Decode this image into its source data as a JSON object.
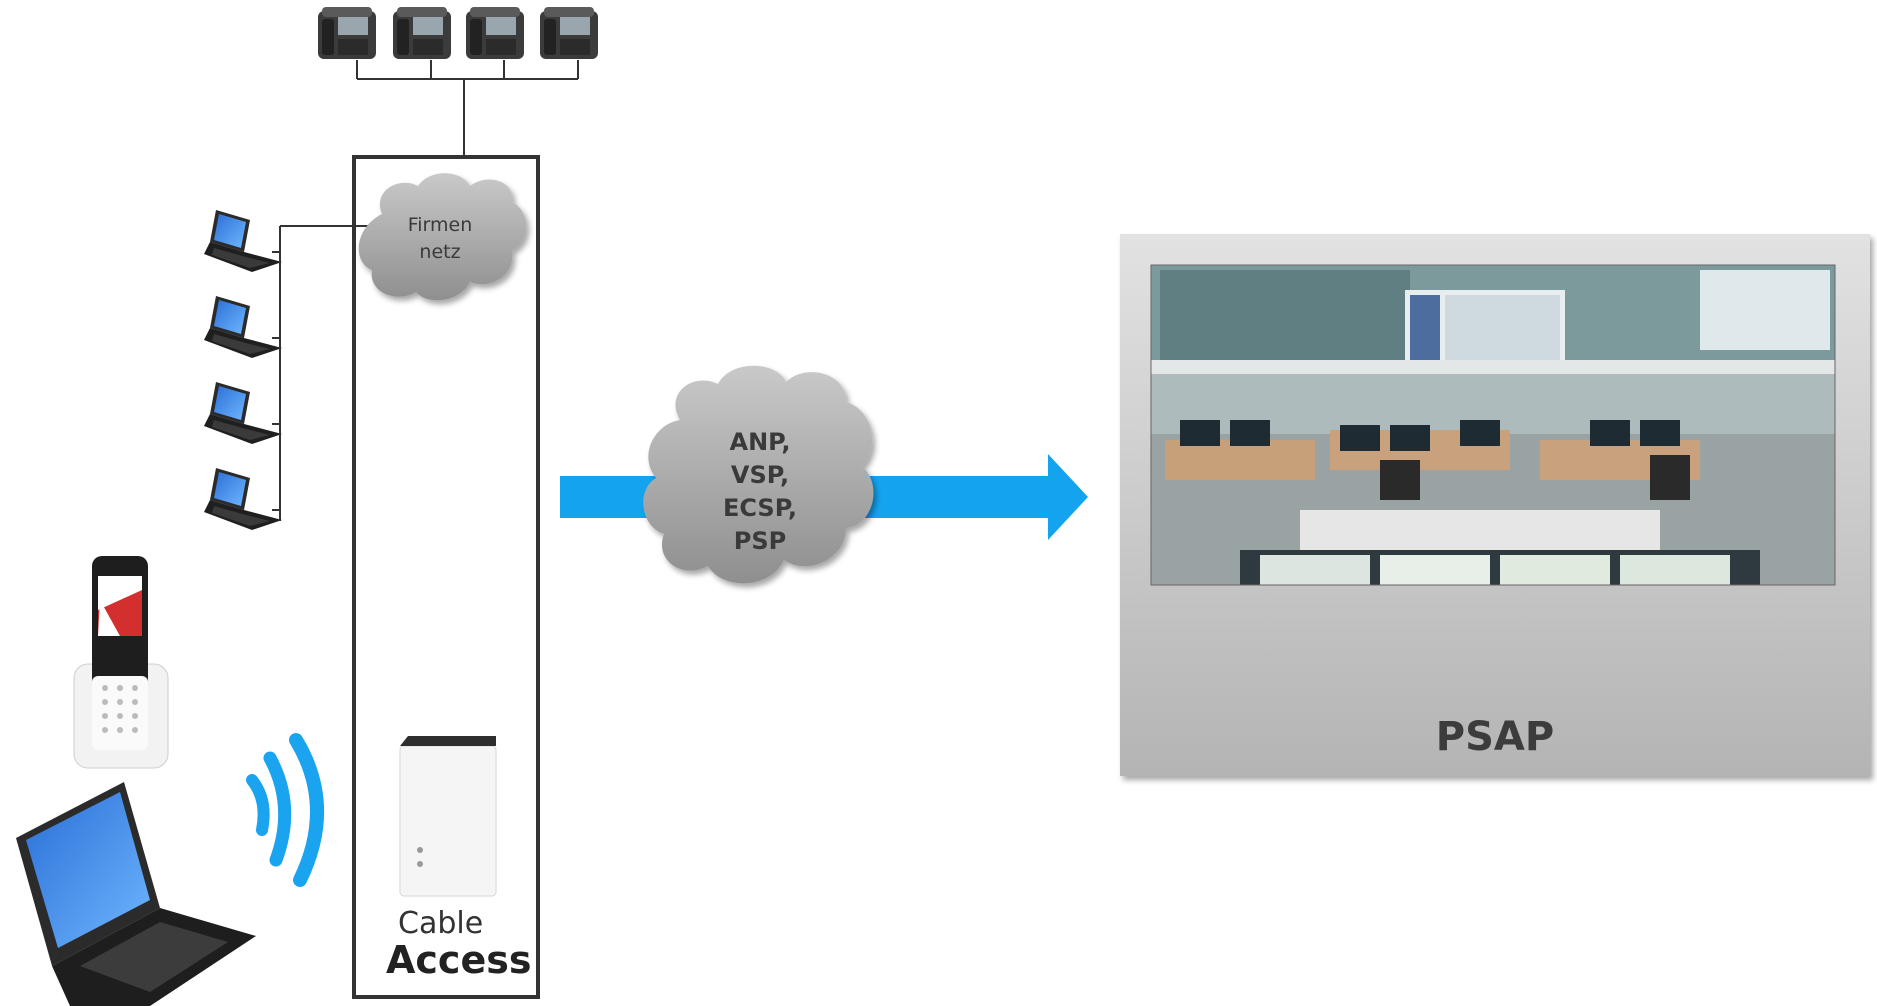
{
  "labels": {
    "firmen_line1": "Firmen",
    "firmen_line2": "netz",
    "cloud_line1": "ANP,",
    "cloud_line2": "VSP,",
    "cloud_line3": "ECSP,",
    "cloud_line4": "PSP",
    "cable": "Cable",
    "access": "Access",
    "psap": "PSAP"
  },
  "colors": {
    "arrow": "#14a4ef",
    "cloud": "#a9a9a9",
    "psap_panel": "#bdbdbd",
    "box_border": "#333333",
    "wifi": "#1aa3ee"
  },
  "icons": {
    "desk_phones": [
      "desk-phone-icon",
      "desk-phone-icon",
      "desk-phone-icon",
      "desk-phone-icon"
    ],
    "laptops": [
      "laptop-icon",
      "laptop-icon",
      "laptop-icon",
      "laptop-icon"
    ],
    "dect_phone": "cordless-phone-icon",
    "large_laptop": "laptop-icon",
    "wifi": "wifi-signal-icon",
    "router": "cable-modem-icon",
    "control_room": "control-room-photo"
  }
}
